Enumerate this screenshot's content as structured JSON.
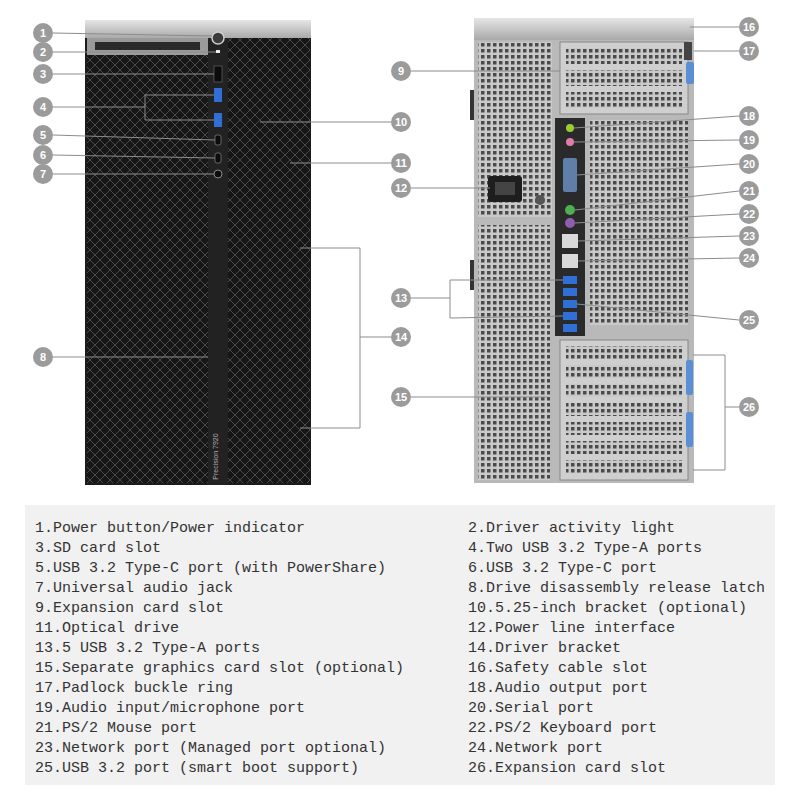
{
  "diagram": {
    "labels": [
      "1",
      "2",
      "3",
      "4",
      "5",
      "6",
      "7",
      "8",
      "9",
      "10",
      "11",
      "12",
      "13",
      "14",
      "15",
      "16",
      "17",
      "18",
      "19",
      "20",
      "21",
      "22",
      "23",
      "24",
      "25",
      "26",
      "Precision 7920",
      "1.Power button/Power indicator",
      "2.Driver activity light",
      "3.SD card slot",
      "4.Two USB 3.2 Type-A ports",
      "5.USB 3.2 Type-C port (with PowerShare)",
      "6.USB 3.2 Type-C port",
      "7.Universal audio jack",
      "8.Drive disassembly release latch",
      "9.Expansion card slot",
      "10.5.25-inch bracket (optional)",
      "11.Optical drive",
      "12.Power line interface",
      "13.5 USB 3.2 Type-A ports",
      "14.Driver bracket",
      "15.Separate graphics card slot (optional)",
      "16.Safety cable slot",
      "17.Padlock buckle ring",
      "18.Audio output port",
      "19.Audio input/microphone port",
      "20.Serial port",
      "21.PS/2 Mouse port",
      "22.PS/2 Keyboard port",
      "23.Network port (Managed port optional)",
      "24.Network port",
      "25.USB 3.2 port (smart boot support)",
      "26.Expansion card slot"
    ]
  }
}
